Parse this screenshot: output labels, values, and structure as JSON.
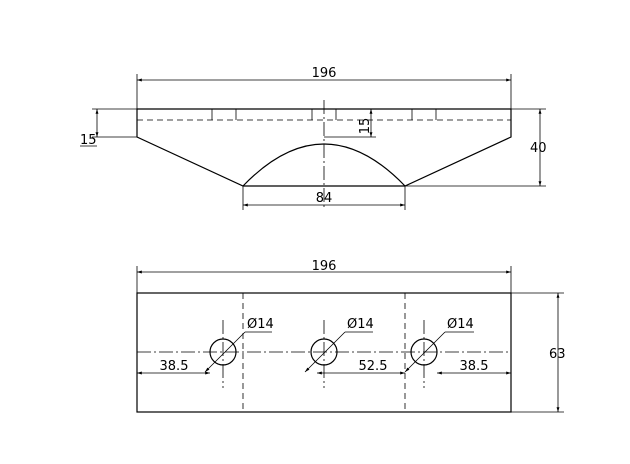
{
  "drawing": {
    "top_view": {
      "dim_width": "196",
      "dim_arc": "84",
      "dim_height": "40",
      "dim_left_step": "15",
      "dim_inner_step": "15"
    },
    "bottom_view": {
      "dim_width": "196",
      "dim_height": "63",
      "hole_left": "Ø14",
      "hole_mid": "Ø14",
      "hole_right": "Ø14",
      "dim_left_offset": "38.5",
      "dim_spacing": "52.5",
      "dim_right_offset": "38.5"
    }
  }
}
